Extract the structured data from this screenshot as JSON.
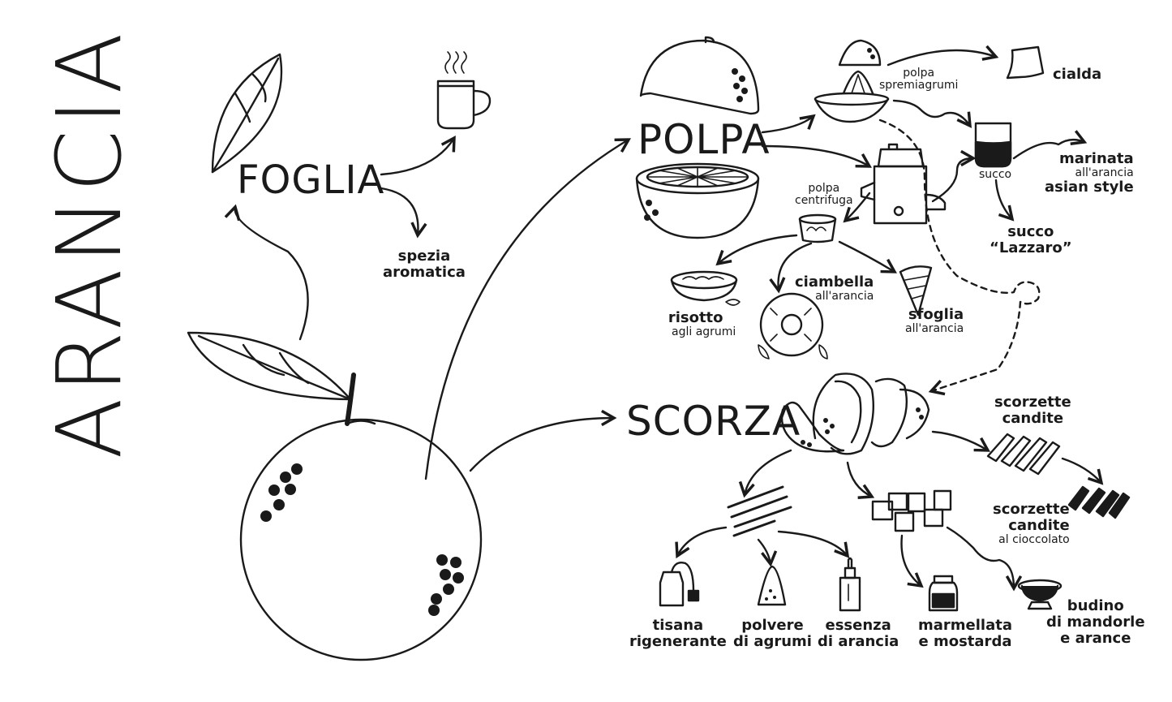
{
  "title": "ARANCIA",
  "sections": {
    "foglia": "FOGLIA",
    "polpa": "POLPA",
    "scorza": "SCORZA"
  },
  "foglia_uses": {
    "spezia_line1": "spezia",
    "spezia_line2": "aromatica"
  },
  "polpa_uses": {
    "spremiagrumi_line1": "polpa",
    "spremiagrumi_line2": "spremiagrumi",
    "centrifuga_line1": "polpa",
    "centrifuga_line2": "centrifuga",
    "cialda": "cialda",
    "succo": "succo",
    "marinata_line1": "marinata",
    "marinata_line2": "all'arancia",
    "marinata_line3": "asian style",
    "lazzaro_line1": "succo",
    "lazzaro_line2": "“Lazzaro”",
    "risotto_line1": "risotto",
    "risotto_line2": "agli agrumi",
    "ciambella_line1": "ciambella",
    "ciambella_line2": "all'arancia",
    "sfoglia_line1": "sfoglia",
    "sfoglia_line2": "all'arancia"
  },
  "scorza_uses": {
    "candite_line1": "scorzette",
    "candite_line2": "candite",
    "cioccolato_line1": "scorzette",
    "cioccolato_line2": "candite",
    "cioccolato_line3": "al cioccolato",
    "tisana_line1": "tisana",
    "tisana_line2": "rigenerante",
    "polvere_line1": "polvere",
    "polvere_line2": "di agrumi",
    "essenza_line1": "essenza",
    "essenza_line2": "di arancia",
    "marmellata_line1": "marmellata",
    "marmellata_line2": "e mostarda",
    "budino_line1": "budino",
    "budino_line2": "di mandorle",
    "budino_line3": "e arance"
  },
  "colors": {
    "ink": "#1a1a1a",
    "background": "#ffffff"
  }
}
